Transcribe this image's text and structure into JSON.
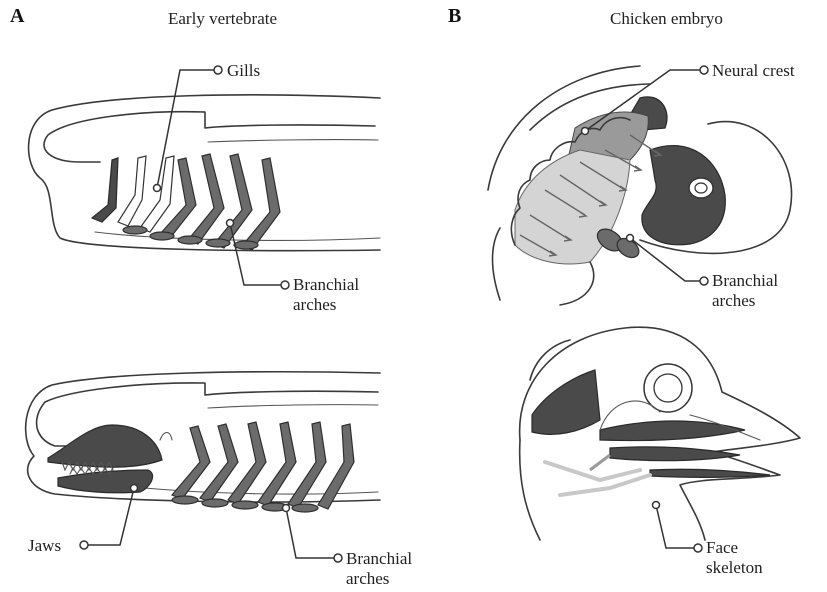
{
  "panels": {
    "a": {
      "letter": "A",
      "title": "Early vertebrate",
      "labels": {
        "gills": "Gills",
        "branchial_top_1": "Branchial",
        "branchial_top_2": "arches",
        "jaws": "Jaws",
        "branchial_bottom_1": "Branchial",
        "branchial_bottom_2": "arches"
      }
    },
    "b": {
      "letter": "B",
      "title": "Chicken embryo",
      "labels": {
        "neural_crest": "Neural crest",
        "branchial_1": "Branchial",
        "branchial_2": "arches",
        "face_1": "Face",
        "face_2": "skeleton"
      }
    }
  },
  "colors": {
    "dark_fill": "#4a4a4a",
    "mid_fill": "#6b6b6b",
    "light_fill": "#d4d4d4",
    "outline": "#3a3a3a"
  }
}
